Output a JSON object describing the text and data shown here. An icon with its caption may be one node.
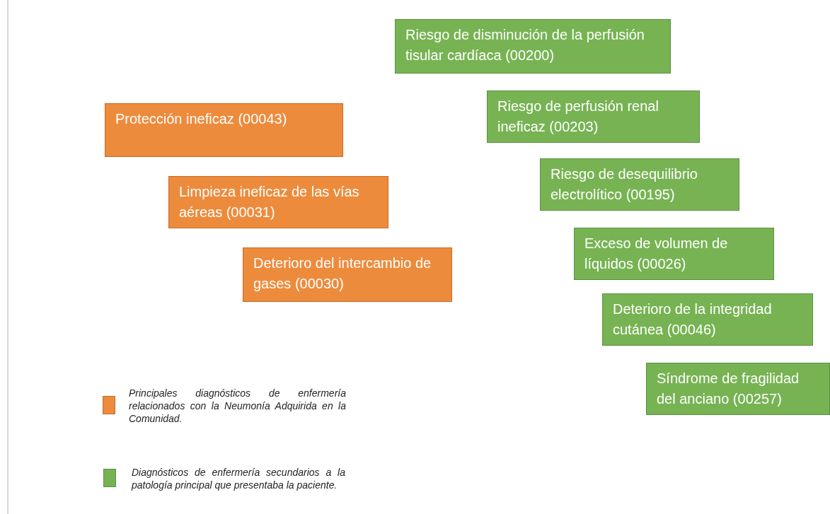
{
  "diagram": {
    "nodes": [
      {
        "text": [
          "Protección ineficaz (00043)"
        ]
      },
      {
        "text": [
          "Limpieza ineficaz de las vías aéreas (00031)"
        ]
      },
      {
        "text": [
          "Deterioro del intercambio de gases (00030)"
        ]
      },
      {
        "text": [
          "Riesgo de disminución de la perfusión tisular cardíaca (00200)"
        ]
      },
      {
        "text": [
          "Riesgo de perfusión renal ineficaz (00203)"
        ]
      },
      {
        "text": [
          "Riesgo de desequilibrio electrolítico (00195)"
        ]
      },
      {
        "text": [
          "Exceso de volumen de líquidos (00026)"
        ]
      },
      {
        "text": [
          "Deterioro de la integridad cutánea (00046)"
        ]
      },
      {
        "text": [
          "Síndrome de fragilidad del anciano (00257)"
        ]
      }
    ],
    "edges": [],
    "legend": [
      {
        "text": "Principales diagnósticos de enfermería relacionados con la Neumonía Adquirida en la Comunidad.",
        "color": "#ed8b3c"
      },
      {
        "text": "Diagnósticos de enfermería secundarios a la patología principal que presentaba la paciente.",
        "color": "#77b353"
      }
    ]
  }
}
